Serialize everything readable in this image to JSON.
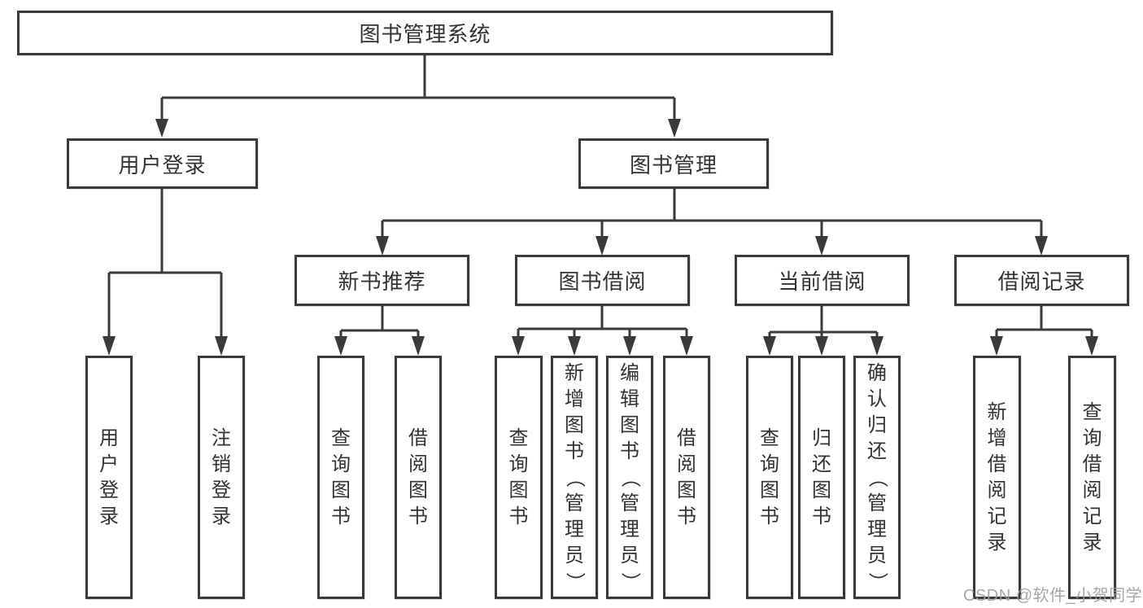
{
  "diagram": {
    "type": "tree",
    "title": "图书管理系统",
    "colors": {
      "line": "#3a3a3a",
      "text": "#333333",
      "background": "#ffffff",
      "watermark_gray": "#9e9ea2"
    },
    "nodes": {
      "root": "图书管理系统",
      "user_login": "用户登录",
      "book_mgmt": "图书管理",
      "login": "用户登录",
      "logout": "注销登录",
      "new_rec": "新书推荐",
      "borrowing": "图书借阅",
      "current": "当前借阅",
      "records": "借阅记录",
      "rec_query": "查询图书",
      "rec_borrow": "借阅图书",
      "bor_query": "查询图书",
      "bor_add": "新增图书（管理员）",
      "bor_edit": "编辑图书（管理员）",
      "bor_borrow": "借阅图书",
      "cur_query": "查询图书",
      "cur_return": "归还图书",
      "cur_confirm": "确认归还（管理员）",
      "log_add": "新增借阅记录",
      "log_query": "查询借阅记录"
    },
    "hierarchy": {
      "图书管理系统": [
        "用户登录",
        "图书管理"
      ],
      "用户登录": [
        "用户登录",
        "注销登录"
      ],
      "图书管理": [
        "新书推荐",
        "图书借阅",
        "当前借阅",
        "借阅记录"
      ],
      "新书推荐": [
        "查询图书",
        "借阅图书"
      ],
      "图书借阅": [
        "查询图书",
        "新增图书（管理员）",
        "编辑图书（管理员）",
        "借阅图书"
      ],
      "当前借阅": [
        "查询图书",
        "归还图书",
        "确认归还（管理员）"
      ],
      "借阅记录": [
        "新增借阅记录",
        "查询借阅记录"
      ]
    },
    "watermark": "CSDN @软件_小贺同学"
  }
}
